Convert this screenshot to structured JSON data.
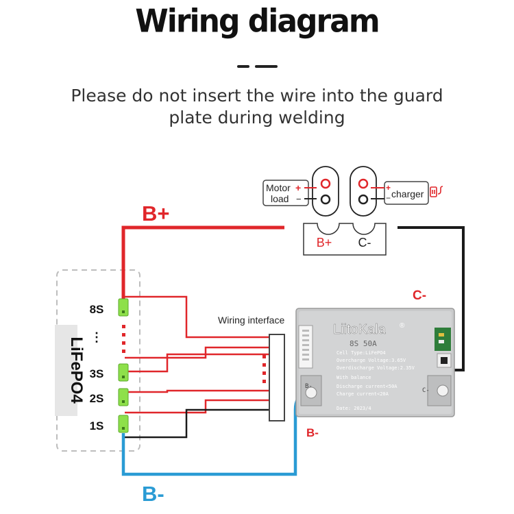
{
  "title": "Wiring diagram",
  "subtitle": "Please do not insert the wire into the guard plate during welding",
  "labels": {
    "b_plus": "B+",
    "b_minus": "B-",
    "c_minus": "C-",
    "b_minus_small": "B-",
    "wiring_interface": "Wiring interface",
    "battery_type": "LiFePO4",
    "motor_load": [
      "Motor",
      "load"
    ],
    "charger": "charger",
    "plus": "+",
    "minus": "−",
    "terminal_b_plus": "B+",
    "terminal_c_minus": "C-"
  },
  "cells": [
    "8S",
    "⋮",
    "3S",
    "2S",
    "1S"
  ],
  "board": {
    "brand": "LiitoKala",
    "registered": "®",
    "model": "8S  50A",
    "specs": [
      "Cell Type:LiFePO4",
      "Overcharge Voltage:3.65V",
      "Overdischarge Voltage:2.35V",
      "With balance",
      "Discharge current<50A",
      "Charge current<20A",
      "Date: 2023/4"
    ],
    "pad_left": "B-",
    "pad_right": "C-"
  },
  "colors": {
    "red": "#e0262a",
    "blue": "#2a9bd4",
    "black": "#1a1a1a",
    "green": "#8ee04a",
    "board": "#c9cacb"
  }
}
